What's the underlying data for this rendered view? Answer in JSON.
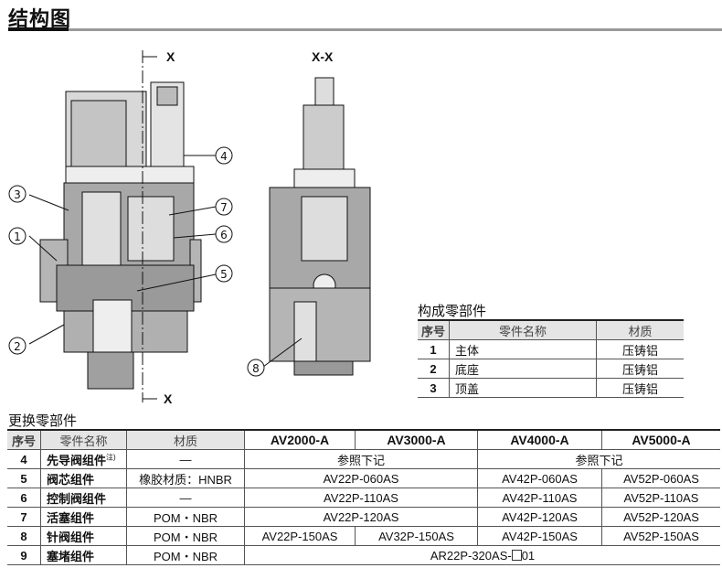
{
  "title": "结构图",
  "drawing": {
    "section_mark": "X",
    "section_title": "X-X",
    "callouts": [
      "1",
      "2",
      "3",
      "4",
      "5",
      "6",
      "7",
      "8"
    ]
  },
  "components": {
    "title": "构成零部件",
    "headers": [
      "序号",
      "零件名称",
      "材质"
    ],
    "rows": [
      [
        "1",
        "主体",
        "压铸铝"
      ],
      [
        "2",
        "底座",
        "压铸铝"
      ],
      [
        "3",
        "顶盖",
        "压铸铝"
      ]
    ]
  },
  "replacement": {
    "title": "更换零部件",
    "headers": [
      "序号",
      "零件名称",
      "材质",
      "AV2000-A",
      "AV3000-A",
      "AV4000-A",
      "AV5000-A"
    ],
    "note_mark": "注)",
    "rows": [
      {
        "no": "4",
        "name": "先导阀组件",
        "material": "—",
        "a": "参照下记",
        "b": "参照下记"
      },
      {
        "no": "5",
        "name": "阀芯组件",
        "material": "橡胶材质：HNBR",
        "av23": "AV22P-060AS",
        "av4": "AV42P-060AS",
        "av5": "AV52P-060AS"
      },
      {
        "no": "6",
        "name": "控制阀组件",
        "material": "—",
        "av23": "AV22P-110AS",
        "av4": "AV42P-110AS",
        "av5": "AV52P-110AS"
      },
      {
        "no": "7",
        "name": "活塞组件",
        "material": "POM・NBR",
        "av23": "AV22P-120AS",
        "av4": "AV42P-120AS",
        "av5": "AV52P-120AS"
      },
      {
        "no": "8",
        "name": "针阀组件",
        "material": "POM・NBR",
        "av2": "AV22P-150AS",
        "av3": "AV32P-150AS",
        "av4": "AV42P-150AS",
        "av5": "AV52P-150AS"
      },
      {
        "no": "9",
        "name": "塞堵组件",
        "material": "POM・NBR",
        "all_prefix": "AR22P-320AS-",
        "all_suffix": "01"
      }
    ]
  }
}
